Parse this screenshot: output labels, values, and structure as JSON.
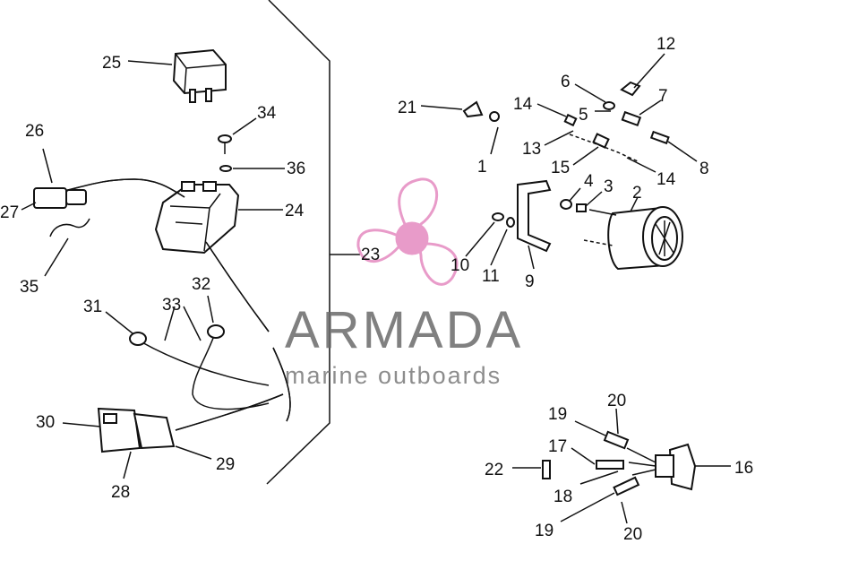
{
  "diagram": {
    "labels": {
      "l1": "1",
      "l2": "2",
      "l3": "3",
      "l4": "4",
      "l5": "5",
      "l6": "6",
      "l7": "7",
      "l8": "8",
      "l9": "9",
      "l10": "10",
      "l11": "11",
      "l12": "12",
      "l13": "13",
      "l14a": "14",
      "l14b": "14",
      "l15": "15",
      "l16": "16",
      "l17": "17",
      "l18": "18",
      "l19a": "19",
      "l19b": "19",
      "l20a": "20",
      "l20b": "20",
      "l21": "21",
      "l22": "22",
      "l23": "23",
      "l24": "24",
      "l25": "25",
      "l26": "26",
      "l27": "27",
      "l28": "28",
      "l29": "29",
      "l30": "30",
      "l31": "31",
      "l32": "32",
      "l33": "33",
      "l34": "34",
      "l35": "35",
      "l36": "36"
    }
  },
  "watermark": {
    "brand": "ARMADA",
    "tagline": "marine outboards",
    "colors": {
      "propeller": "#e58ac0",
      "text": "#6a6a6a"
    }
  }
}
